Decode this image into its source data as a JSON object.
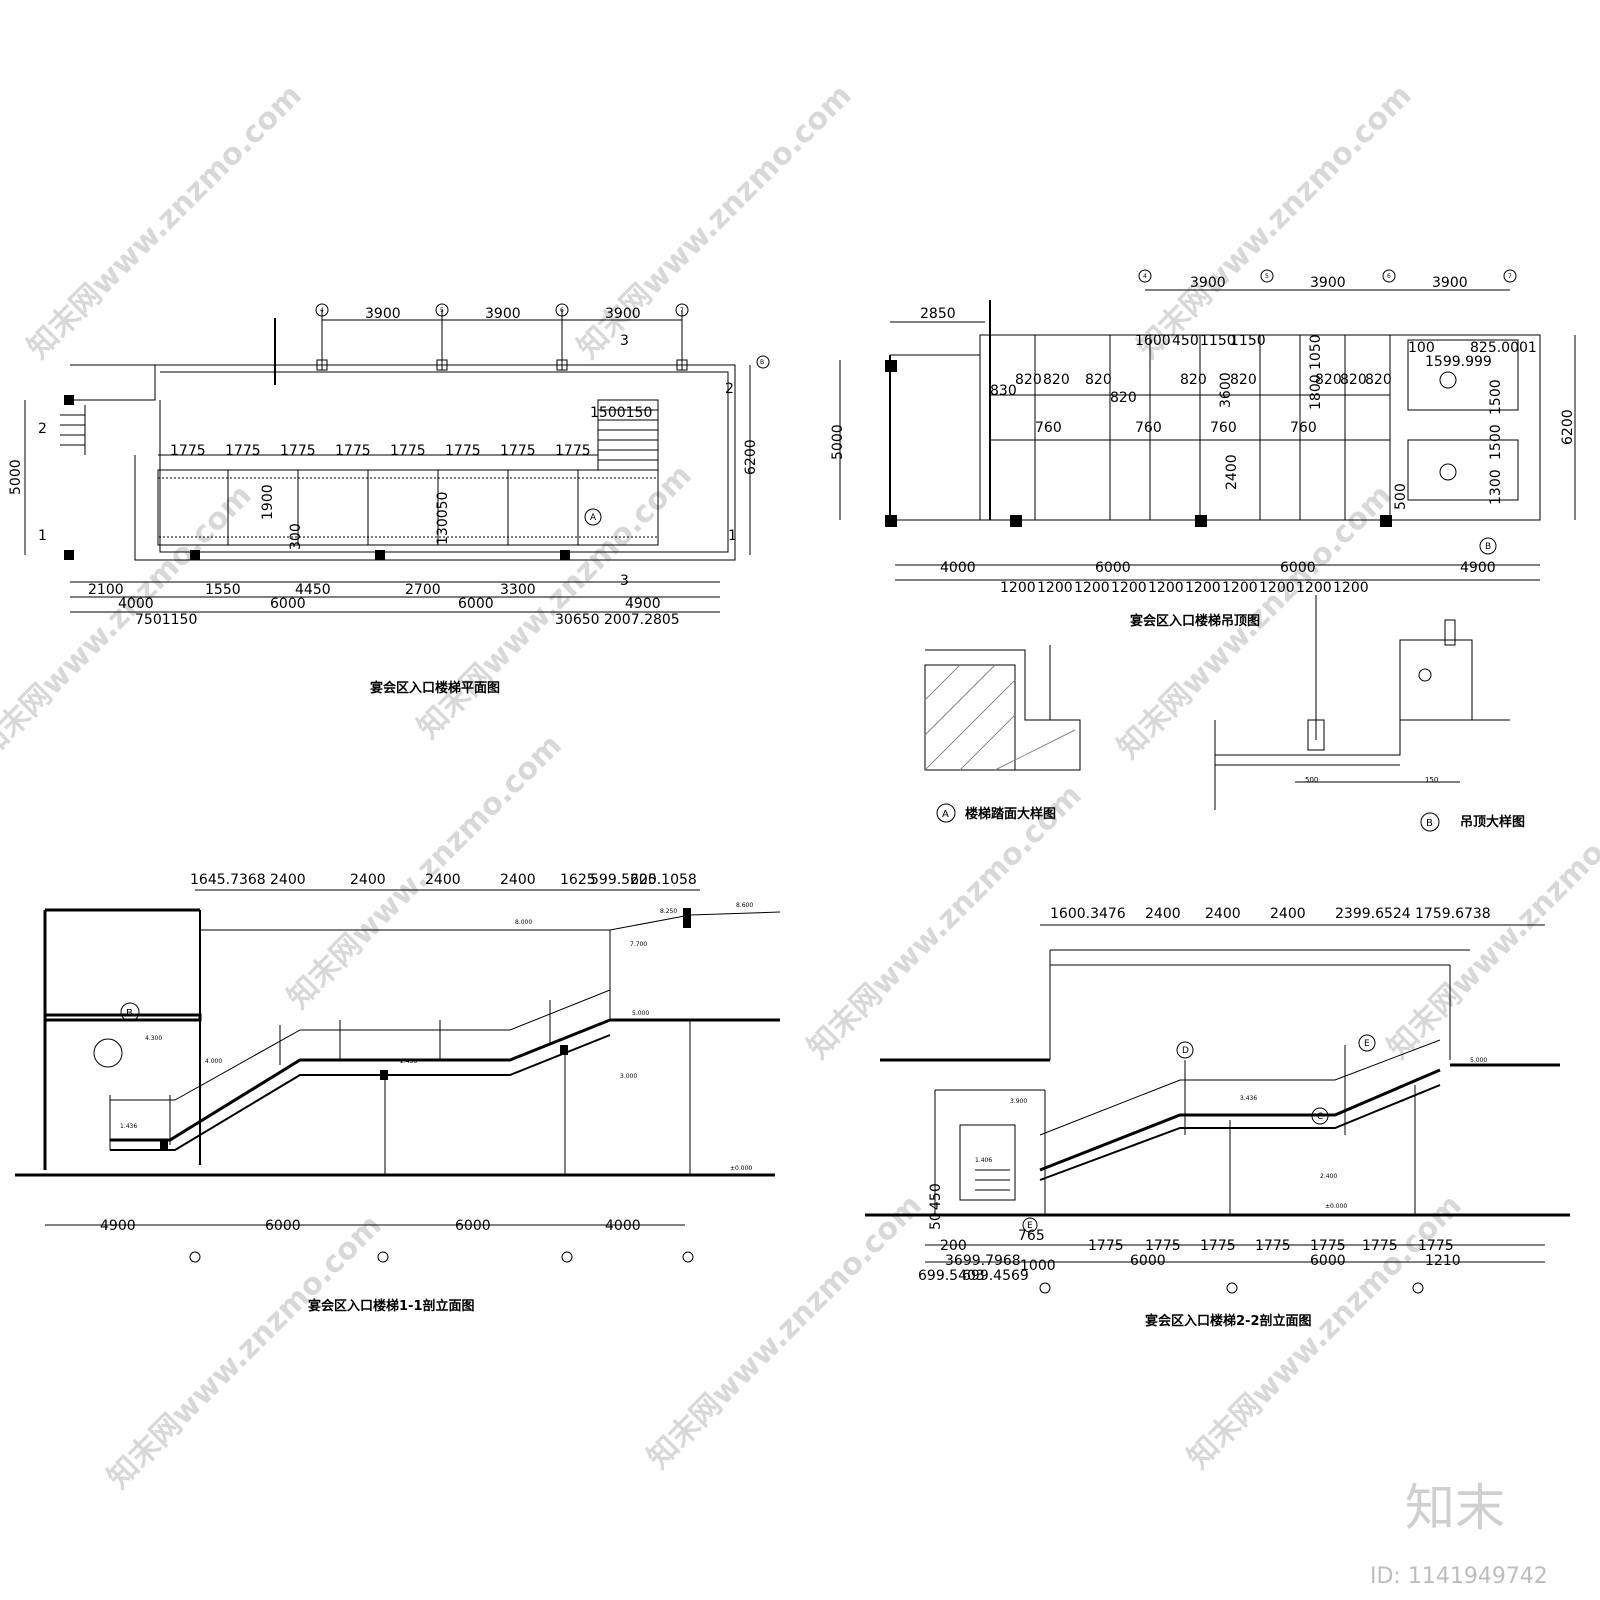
{
  "watermark": {
    "text": "知末网www.znzmo.com",
    "brand": "知末",
    "id_text": "ID: 1141949742"
  },
  "plan": {
    "title": "宴会区入口楼梯平面图",
    "top_dims": [
      "3900",
      "3900",
      "3900"
    ],
    "axes_top": [
      "4",
      "5",
      "6",
      "7"
    ],
    "axes_right": [
      "B"
    ],
    "left_dim": "5000",
    "right_dim": "6200",
    "row_dims": [
      "1775",
      "1775",
      "1775",
      "1775",
      "1775",
      "1775",
      "1775",
      "1775"
    ],
    "bottom_dims_1": [
      "2100",
      "1550",
      "4450",
      "2700",
      "3300"
    ],
    "bottom_dims_2": [
      "4000",
      "6000",
      "6000",
      "4900"
    ],
    "bottom_dims_3": [
      "7501150",
      "30650 2007.2805"
    ],
    "section_marks": [
      "1",
      "1",
      "2",
      "2",
      "3",
      "3"
    ],
    "inner_dims": [
      "1900",
      "300",
      "130050",
      "1500150"
    ],
    "detail_mark": "A"
  },
  "ceiling": {
    "title": "宴会区入口楼梯吊顶图",
    "top_dims": [
      "3900",
      "3900",
      "3900"
    ],
    "axes_top": [
      "4",
      "5",
      "6",
      "7"
    ],
    "left_top_dim": "2850",
    "left_dim": "5000",
    "right_dim": "6200",
    "mid_dims": [
      "1600",
      "450",
      "1150",
      "1150"
    ],
    "row_820": [
      "820",
      "820",
      "820",
      "820",
      "820",
      "820",
      "820",
      "820",
      "820"
    ],
    "row_760": [
      "760",
      "760",
      "760",
      "760"
    ],
    "vert_dims": [
      "3600",
      "1800",
      "1050",
      "2400",
      "500",
      "1500",
      "1500",
      "1300"
    ],
    "right_dims": [
      "100",
      "825.0001",
      "1599.999"
    ],
    "bottom_dims_1": [
      "4000",
      "6000",
      "6000",
      "4900"
    ],
    "bottom_dims_2": [
      "1200",
      "1200",
      "1200",
      "1200",
      "1200",
      "1200",
      "1200",
      "1200",
      "1200",
      "1200"
    ],
    "detail_mark": "B",
    "left_830": "830"
  },
  "detail_a": {
    "title": "楼梯踏面大样图",
    "mark": "A"
  },
  "detail_b": {
    "title": "吊顶大样图",
    "mark": "B",
    "dims": [
      "500",
      "150"
    ]
  },
  "section1": {
    "title": "宴会区入口楼梯1-1剖立面图",
    "top_dims": [
      "1645.7368",
      "2400",
      "2400",
      "2400",
      "2400",
      "1625",
      "599.5625",
      "200.1058"
    ],
    "bottom_dims": [
      "4900",
      "6000",
      "6000",
      "4000"
    ],
    "detail_mark": "B",
    "levels": [
      "8.600",
      "8.250",
      "8.000",
      "7.700",
      "5.000",
      "4.300",
      "4.000",
      "3.000",
      "2.436",
      "1.436",
      "±0.000"
    ]
  },
  "section2": {
    "title": "宴会区入口楼梯2-2剖立面图",
    "top_dims": [
      "1600.3476",
      "2400",
      "2400",
      "2400",
      "2399.6524",
      "1759.6738"
    ],
    "bottom_dims_1": [
      "200",
      "1775",
      "1775",
      "1775",
      "1775",
      "1775",
      "1775",
      "1775"
    ],
    "bottom_dims_2": [
      "3699.7968",
      "1000",
      "6000",
      "6000",
      "1210"
    ],
    "bottom_dims_3": [
      "699.5403",
      "699.4569"
    ],
    "left_dims": [
      "50",
      "450",
      "765"
    ],
    "marks": [
      "D",
      "E",
      "C",
      "E"
    ],
    "levels": [
      "5.000",
      "3.900",
      "3.436",
      "2.400",
      "1.406",
      "±0.000"
    ]
  }
}
